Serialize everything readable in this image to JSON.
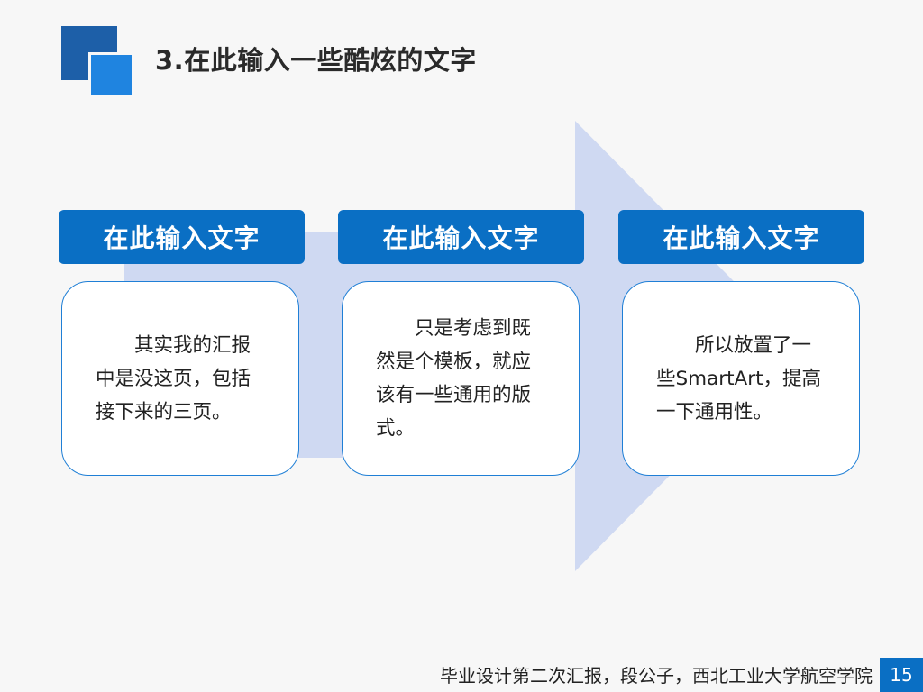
{
  "slide": {
    "title": "3.在此输入一些酷炫的文字",
    "steps": [
      {
        "header": "在此输入文字",
        "body": "其实我的汇报中是没这页，包括接下来的三页。"
      },
      {
        "header": "在此输入文字",
        "body": "只是考虑到既然是个模板，就应该有一些通用的版式。"
      },
      {
        "header": "在此输入文字",
        "body": "所以放置了一些SmartArt，提高一下通用性。"
      }
    ],
    "footer": "毕业设计第二次汇报，段公子，西北工业大学航空学院",
    "page_number": "15"
  },
  "colors": {
    "header_blue": "#0a6fc4",
    "logo_dark": "#1d5fa8",
    "logo_light": "#1f84e0",
    "arrow_fill": "#cfd9f2",
    "card_border": "#1f7fd6"
  },
  "icons": [
    "logo-squares",
    "background-arrow"
  ]
}
